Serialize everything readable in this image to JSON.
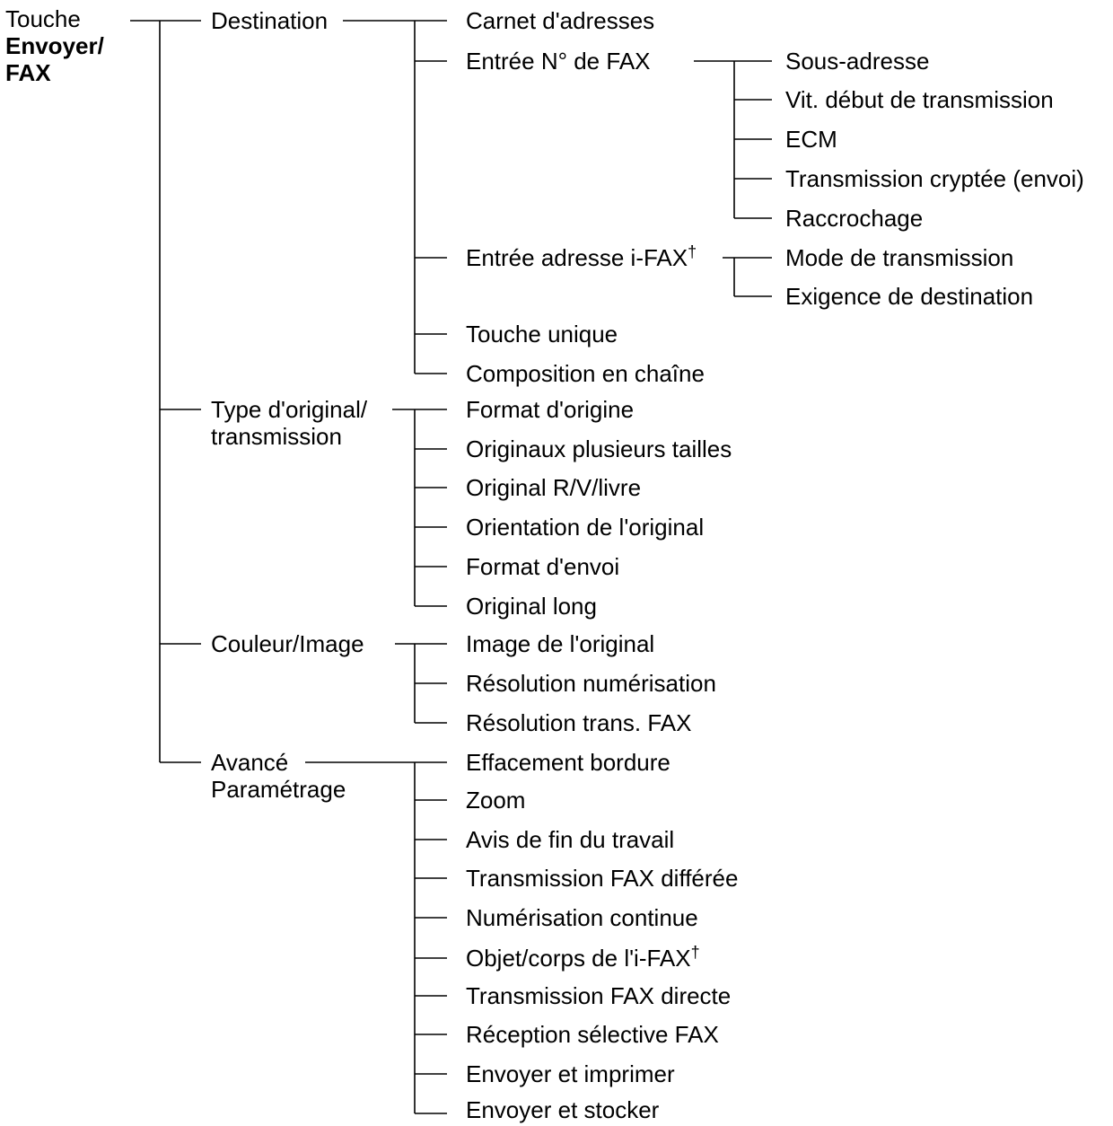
{
  "root": {
    "line1": "Touche",
    "line2": "Envoyer/",
    "line3": "FAX"
  },
  "groups": {
    "destination": {
      "label": "Destination",
      "items": {
        "carnet": "Carnet d'adresses",
        "entree_fax": "Entrée N° de FAX",
        "entree_ifax": "Entrée adresse i-FAX",
        "touche_unique": "Touche unique",
        "composition": "Composition en chaîne"
      },
      "fax_options": [
        "Sous-adresse",
        "Vit. début de transmission",
        "ECM",
        "Transmission cryptée (envoi)",
        "Raccrochage"
      ],
      "ifax_options": [
        "Mode de transmission",
        "Exigence de destination"
      ]
    },
    "type": {
      "label_line1": "Type d'original/",
      "label_line2": "transmission",
      "items": [
        "Format d'origine",
        "Originaux plusieurs tailles",
        "Original R/V/livre",
        "Orientation de l'original",
        "Format d'envoi",
        "Original long"
      ]
    },
    "couleur": {
      "label": "Couleur/Image",
      "items": [
        "Image de l'original",
        "Résolution numérisation",
        "Résolution trans. FAX"
      ]
    },
    "avance": {
      "label_line1": "Avancé",
      "label_line2": "Paramétrage",
      "items": {
        "effacement": "Effacement bordure",
        "zoom": "Zoom",
        "avis": "Avis de fin du travail",
        "differee": "Transmission FAX différée",
        "continue": "Numérisation continue",
        "objet": "Objet/corps de l'i-FAX",
        "directe": "Transmission FAX directe",
        "reception": "Réception sélective FAX",
        "imprimer": "Envoyer et imprimer",
        "stocker": "Envoyer et stocker"
      }
    }
  },
  "dagger": "†"
}
